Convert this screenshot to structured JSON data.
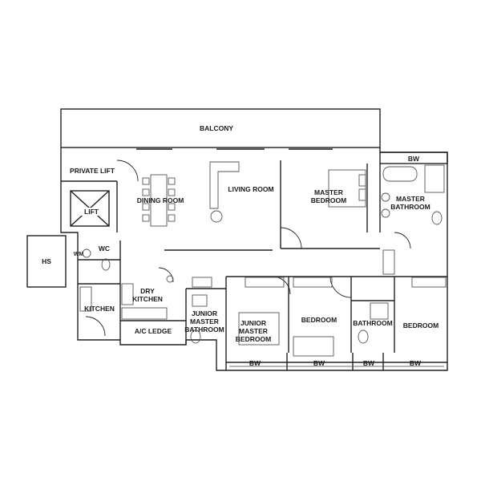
{
  "rooms": {
    "balcony": "BALCONY",
    "private_lift": "PRIVATE LIFT",
    "dining_room": "DINING ROOM",
    "living_room": "LIVING ROOM",
    "master_bedroom": "MASTER\nBEDROOM",
    "master_bathroom": "MASTER\nBATHROOM",
    "lift": "LIFT",
    "hs": "HS",
    "wm": "WM",
    "wc": "WC",
    "dry_kitchen": "DRY\nKITCHEN",
    "kitchen": "KITCHEN",
    "ac_ledge": "A/C LEDGE",
    "junior_master_bathroom": "JUNIOR\nMASTER\nBATHROOM",
    "junior_master_bedroom": "JUNIOR\nMASTER\nBEDROOM",
    "bedroom_1": "BEDROOM",
    "bathroom": "BATHROOM",
    "bedroom_2": "BEDROOM"
  },
  "bay_windows": {
    "master": "BW",
    "junior_master": "BW",
    "bedroom_1": "BW",
    "bathroom": "BW",
    "bedroom_2": "BW"
  },
  "colors": {
    "line": "#222222",
    "furniture": "#555555",
    "background": "#ffffff"
  }
}
